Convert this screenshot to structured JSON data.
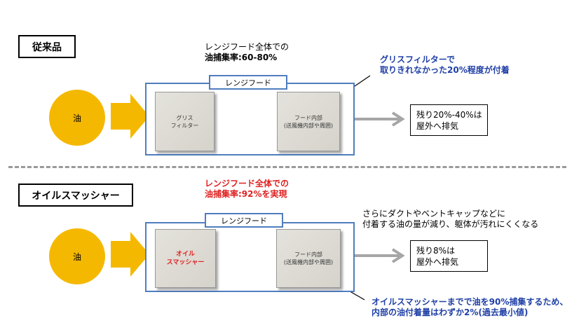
{
  "colors": {
    "oil": "#f5b800",
    "hood_border": "#4f7dbf",
    "gray_arrow": "#a6a6a6",
    "blue_text": "#1f3fa6",
    "red_text": "#e02020"
  },
  "top": {
    "label": "従来品",
    "efficiency": [
      "レンジフード全体での",
      "油捕集率:60-80%"
    ],
    "note": [
      "グリスフィルターで",
      "取りきれなかった20%程度が付着"
    ],
    "oil": "油",
    "hood_label": "レンジフード",
    "filter": [
      "グリス",
      "フィルター"
    ],
    "inside": [
      "フード内部",
      "(送風機内部や周囲)"
    ],
    "remain": [
      "残り20%-40%は",
      "屋外へ排気"
    ]
  },
  "bottom": {
    "label": "オイルスマッシャー",
    "efficiency": [
      "レンジフード全体での",
      "油捕集率:92%を実現"
    ],
    "note": [
      "さらにダクトやベントキャップなどに",
      "付着する油の量が減り、躯体が汚れにくくなる"
    ],
    "oil": "油",
    "hood_label": "レンジフード",
    "filter": [
      "オイル",
      "スマッシャー"
    ],
    "inside": [
      "フード内部",
      "(送風機内部や周囲)"
    ],
    "remain": [
      "残り8%は",
      "屋外へ排気"
    ],
    "bottom_note": [
      "オイルスマッシャーまでで油を90%捕集するため、",
      "内部の油付着量はわずか2%(過去最小値)"
    ]
  }
}
